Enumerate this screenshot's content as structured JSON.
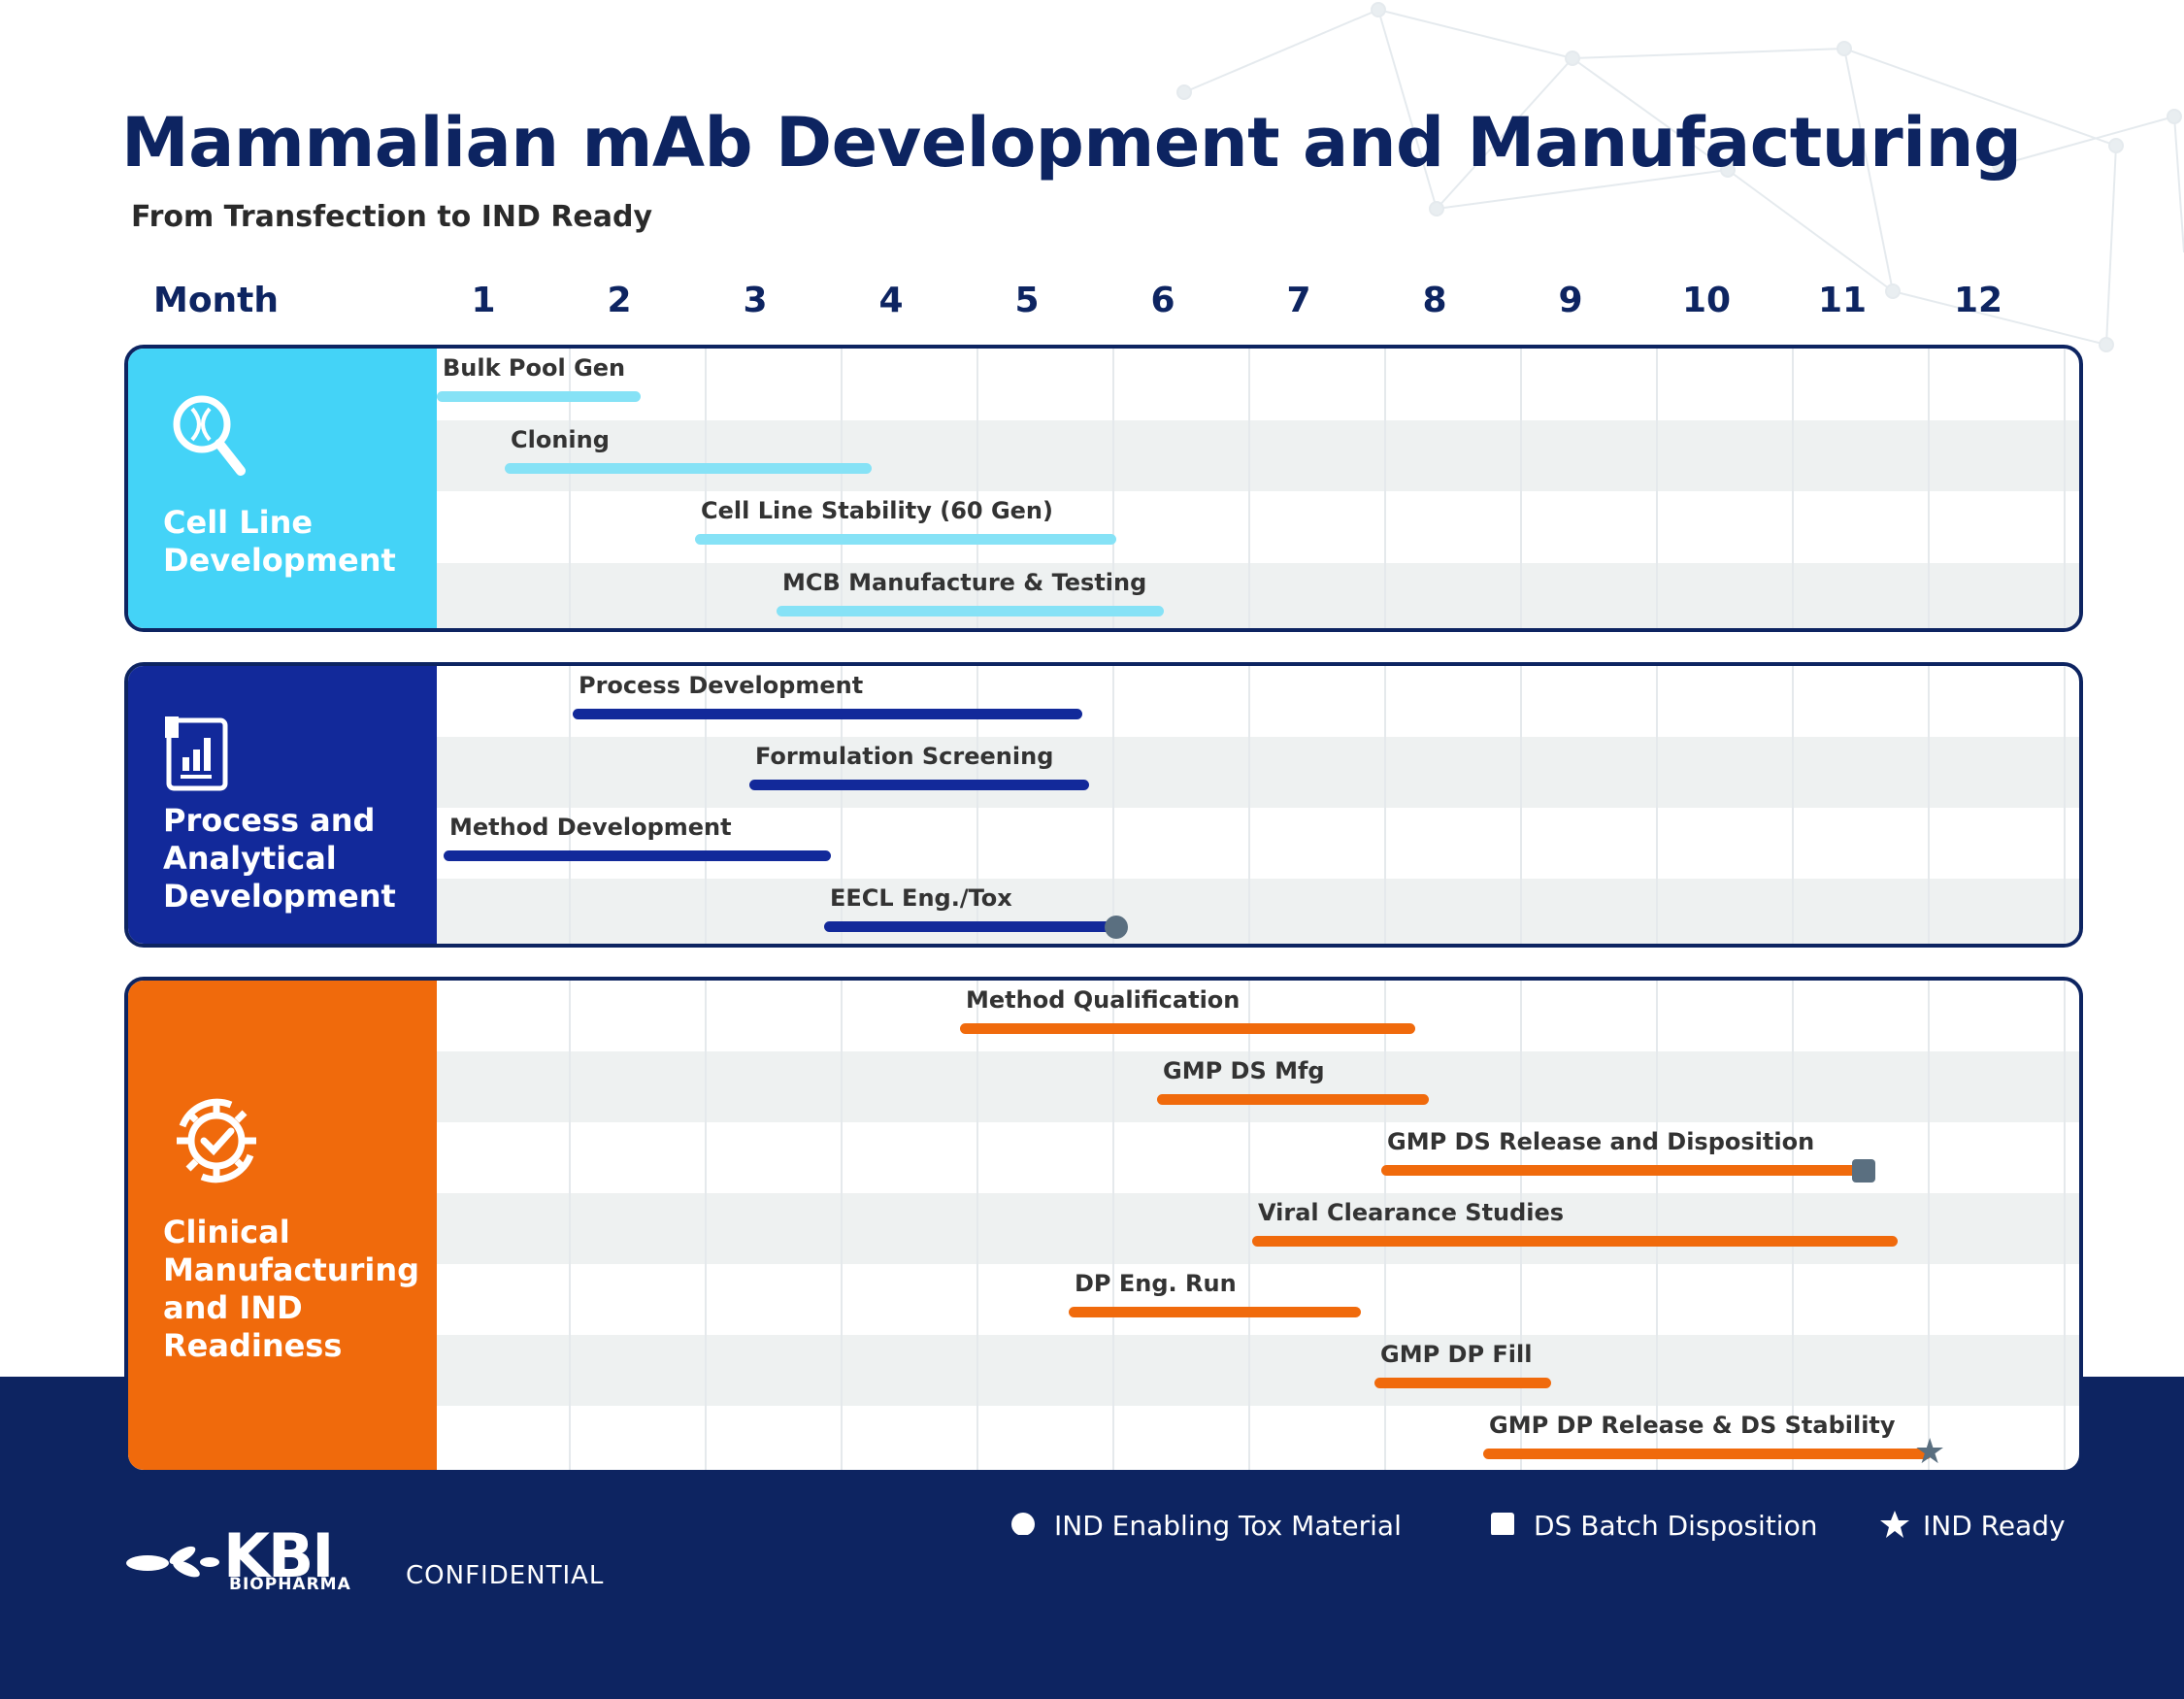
{
  "title": "Mammalian mAb Development and Manufacturing",
  "subtitle": "From Transfection to IND Ready",
  "month_header_label": "Month",
  "months": [
    "1",
    "2",
    "3",
    "4",
    "5",
    "6",
    "7",
    "8",
    "9",
    "10",
    "11",
    "12"
  ],
  "sections": [
    {
      "name": "Cell Line Development",
      "color": "#44d3f7",
      "bar_color": "#86e2f6",
      "icon": "magnifier-dna-icon",
      "tasks": [
        {
          "label": "Bulk Pool Gen",
          "start": 1.0,
          "end": 2.5
        },
        {
          "label": "Cloning",
          "start": 1.5,
          "end": 4.2
        },
        {
          "label": "Cell Line Stability (60 Gen)",
          "start": 2.9,
          "end": 6.0
        },
        {
          "label": "MCB Manufacture & Testing",
          "start": 3.5,
          "end": 6.35
        }
      ]
    },
    {
      "name": "Process and Analytical Development",
      "color": "#12299a",
      "bar_color": "#12299a",
      "icon": "document-chart-icon",
      "tasks": [
        {
          "label": "Process Development",
          "start": 2.0,
          "end": 5.75
        },
        {
          "label": "Formulation Screening",
          "start": 3.3,
          "end": 5.8
        },
        {
          "label": "Method Development",
          "start": 1.05,
          "end": 3.9
        },
        {
          "label": "EECL Eng./Tox",
          "start": 3.85,
          "end": 6.0,
          "milestone": "dot"
        }
      ]
    },
    {
      "name": "Clinical Manufacturing and IND Readiness",
      "color": "#f06a0c",
      "bar_color": "#f06a0c",
      "icon": "gear-check-icon",
      "tasks": [
        {
          "label": "Method Qualification",
          "start": 4.85,
          "end": 8.2
        },
        {
          "label": "GMP DS Mfg",
          "start": 6.3,
          "end": 8.3
        },
        {
          "label": "GMP DS Release and Disposition",
          "start": 7.95,
          "end": 11.5,
          "milestone": "square"
        },
        {
          "label": "Viral Clearance Studies",
          "start": 7.0,
          "end": 11.75
        },
        {
          "label": "DP Eng. Run",
          "start": 5.65,
          "end": 7.8
        },
        {
          "label": "GMP DP Fill",
          "start": 7.9,
          "end": 9.2
        },
        {
          "label": "GMP DP Release & DS Stability",
          "start": 8.7,
          "end": 12.0,
          "milestone": "star"
        }
      ]
    }
  ],
  "legend": [
    {
      "icon": "circle-icon",
      "label": "IND Enabling Tox Material"
    },
    {
      "icon": "square-icon",
      "label": "DS Batch Disposition"
    },
    {
      "icon": "star-icon",
      "label": "IND Ready"
    }
  ],
  "footer": {
    "logo_text": "KBI",
    "logo_sub": "BIOPHARMA",
    "confidential": "CONFIDENTIAL"
  },
  "colors": {
    "navy": "#0d2461",
    "milestone": "#5a6f80"
  }
}
